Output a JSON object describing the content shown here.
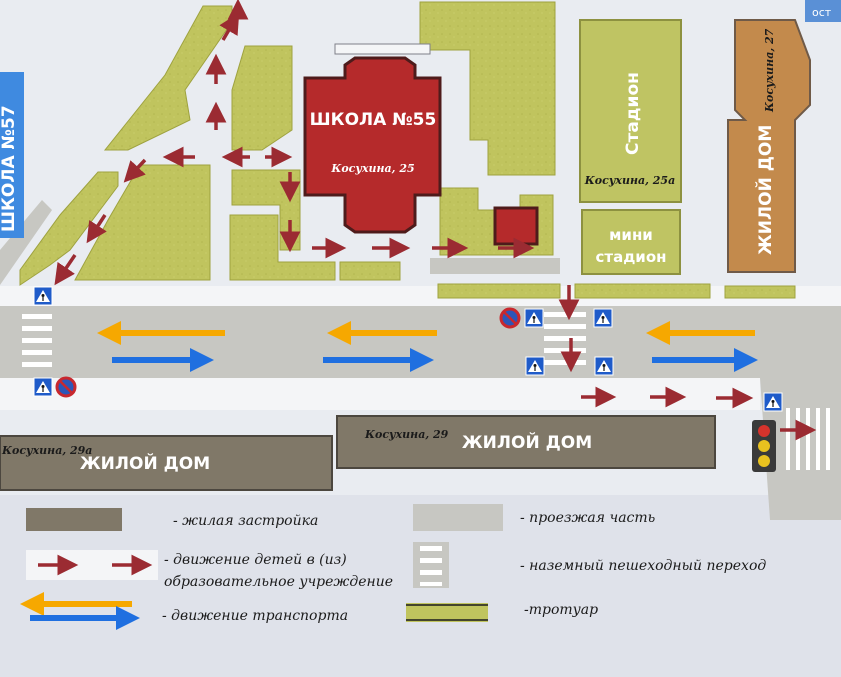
{
  "colors": {
    "background": "#e9ecf1",
    "green": "#c0c45e",
    "green_edge": "#9ea23f",
    "road": "#c7c7c2",
    "building_brown": "#807868",
    "school_red": "#b52a2b",
    "stadium_green": "#bfc463",
    "house_orange": "#c38a4c",
    "walk_arrow": "#9b2b32",
    "traffic_orange": "#f6a800",
    "traffic_blue": "#1f6fe0"
  },
  "buildings": {
    "school55": {
      "title": "ШКОЛА №55",
      "address": "Косухина, 25"
    },
    "school57": {
      "title": "ШКОЛА №57"
    },
    "stadium": {
      "title": "Стадион",
      "address": "Косухина, 25а"
    },
    "mini_stadium": {
      "line1": "мини",
      "line2": "стадион"
    },
    "house27": {
      "title": "ЖИЛОЙ ДОМ",
      "address": "Косухина, 27"
    },
    "house29": {
      "title": "ЖИЛОЙ ДОМ",
      "address": "Косухина, 29"
    },
    "house29a": {
      "title": "ЖИЛОЙ ДОМ",
      "address": "Косухина, 29а"
    }
  },
  "corner_sign": {
    "text": "ост"
  },
  "legend": {
    "residential": "- жилая застройка",
    "roadway": "- проезжая часть",
    "children_line1": "- движение детей в (из)",
    "children_line2": "образовательное учреждение",
    "crossing": "- наземный пешеходный переход",
    "traffic": "- движение транспорта",
    "sidewalk": "-тротуар"
  },
  "icons": {
    "crossing_sign": "pedestrian-crossing-sign-icon",
    "no_parking_sign": "no-parking-sign-icon",
    "traffic_light": "traffic-light-icon"
  }
}
